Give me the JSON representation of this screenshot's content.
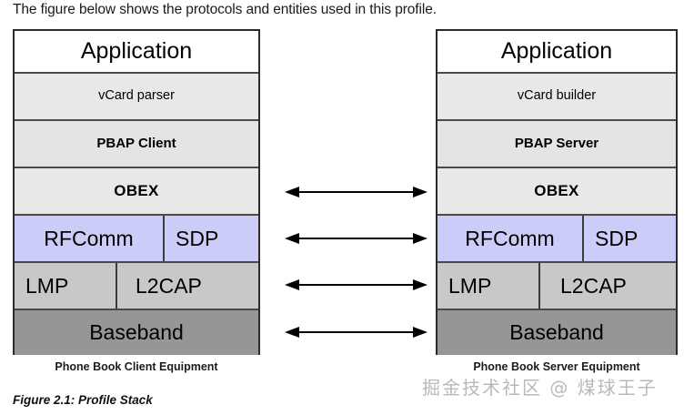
{
  "intro": {
    "text": "The figure below shows the protocols and entities used in this profile."
  },
  "figure": {
    "caption": "Figure 2.1: Profile Stack"
  },
  "colors": {
    "application": "#ffffff",
    "upper_layer": "#e8e8e8",
    "rfcomm_sdp": "#ccccf8",
    "lmp_l2cap": "#c8c8c8",
    "baseband": "#969696",
    "border": "#2b2b2b",
    "watermark": "#b9b9b9"
  },
  "left_stack": {
    "caption": "Phone Book Client Equipment",
    "layers": [
      {
        "label": "Application",
        "style": "application"
      },
      {
        "label": "vCard parser",
        "style": "upper_layer"
      },
      {
        "label": "PBAP Client",
        "style": "upper_layer"
      },
      {
        "label": "OBEX",
        "style": "upper_layer"
      },
      {
        "label": "RFComm",
        "label2": "SDP",
        "style": "rfcomm_sdp"
      },
      {
        "label": "LMP",
        "label2": "L2CAP",
        "style": "lmp_l2cap"
      },
      {
        "label": "Baseband",
        "style": "baseband"
      }
    ]
  },
  "right_stack": {
    "caption": "Phone Book Server Equipment",
    "layers": [
      {
        "label": "Application",
        "style": "application"
      },
      {
        "label": "vCard builder",
        "style": "upper_layer"
      },
      {
        "label": "PBAP Server",
        "style": "upper_layer"
      },
      {
        "label": "OBEX",
        "style": "upper_layer"
      },
      {
        "label": "RFComm",
        "label2": "SDP",
        "style": "rfcomm_sdp"
      },
      {
        "label": "LMP",
        "label2": "L2CAP",
        "style": "lmp_l2cap"
      },
      {
        "label": "Baseband",
        "style": "baseband"
      }
    ]
  },
  "arrows": [
    {
      "name": "obex-link",
      "direction": "bidirectional"
    },
    {
      "name": "rfcomm-link",
      "direction": "bidirectional"
    },
    {
      "name": "lmp-l2cap-link",
      "direction": "bidirectional"
    },
    {
      "name": "baseband-link",
      "direction": "bidirectional"
    }
  ],
  "watermark": {
    "text": "掘金技术社区 @ 煤球王子"
  }
}
